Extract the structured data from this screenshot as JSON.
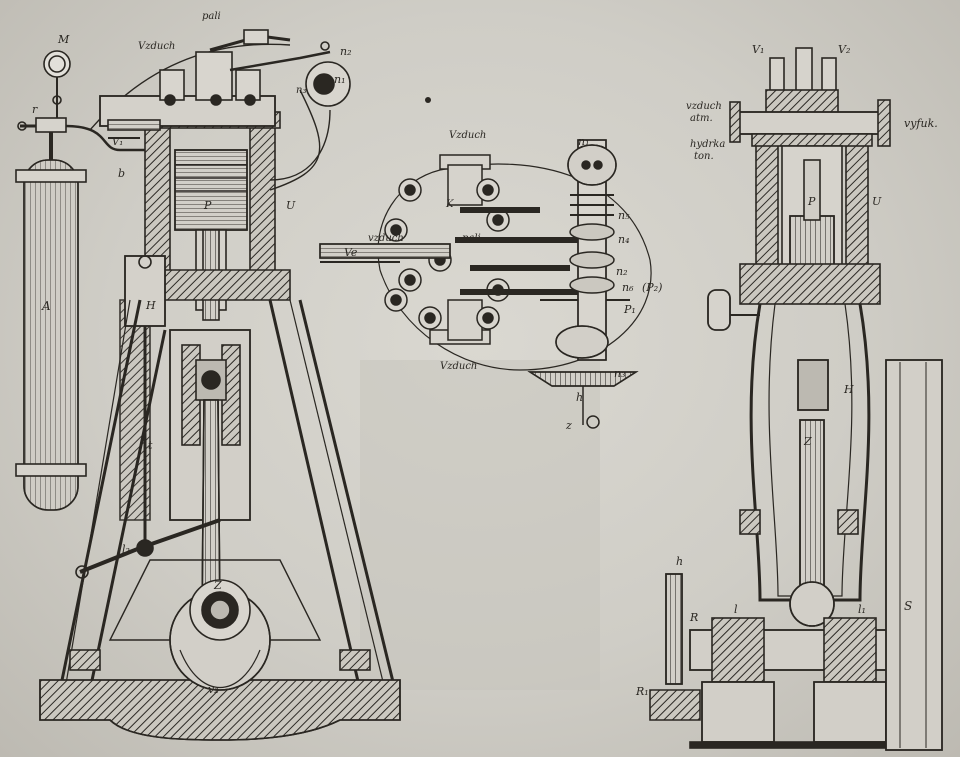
{
  "labels": {
    "left": {
      "manometer": "M",
      "valve_r": "r",
      "reservoir": "A",
      "stem_b": "b",
      "valve_v1": "V₁",
      "piston": "P",
      "jacket": "U",
      "crosshead_h": "H",
      "rod_t": "t",
      "lever_l": "l₂",
      "crank": "Z",
      "crankshaft": "v₂",
      "cam": "n₁",
      "cam2": "n₂",
      "cam3": "n₃",
      "intake": "Vzduch",
      "note": "pali"
    },
    "middle": {
      "top": "Vzduch",
      "bottom": "Vzduch",
      "air": "vzduch",
      "fuel": "pali",
      "ve": "Ve",
      "k": "K",
      "n1": "n₁",
      "n2": "n₂",
      "n3": "n₃",
      "n4": "n₄",
      "n5": "n₅",
      "n6": "n₆",
      "p1": "P₁",
      "p2": "(P₂)",
      "h": "h",
      "z": "z"
    },
    "right": {
      "v1": "V₁",
      "v2": "V₂",
      "air": "vzduch",
      "atm": "atm.",
      "exhaust": "vyfuk.",
      "fuel": "hydrka",
      "fuel2": "ton.",
      "piston": "P",
      "jacket": "U",
      "crosshead": "H",
      "crank": "Z",
      "lever": "h",
      "r": "R",
      "r2": "R₁",
      "l1": "l",
      "l2": "l₁",
      "flywheel": "S"
    }
  },
  "colors": {
    "paper": "#cfcdc6",
    "ink": "#2a2722"
  }
}
